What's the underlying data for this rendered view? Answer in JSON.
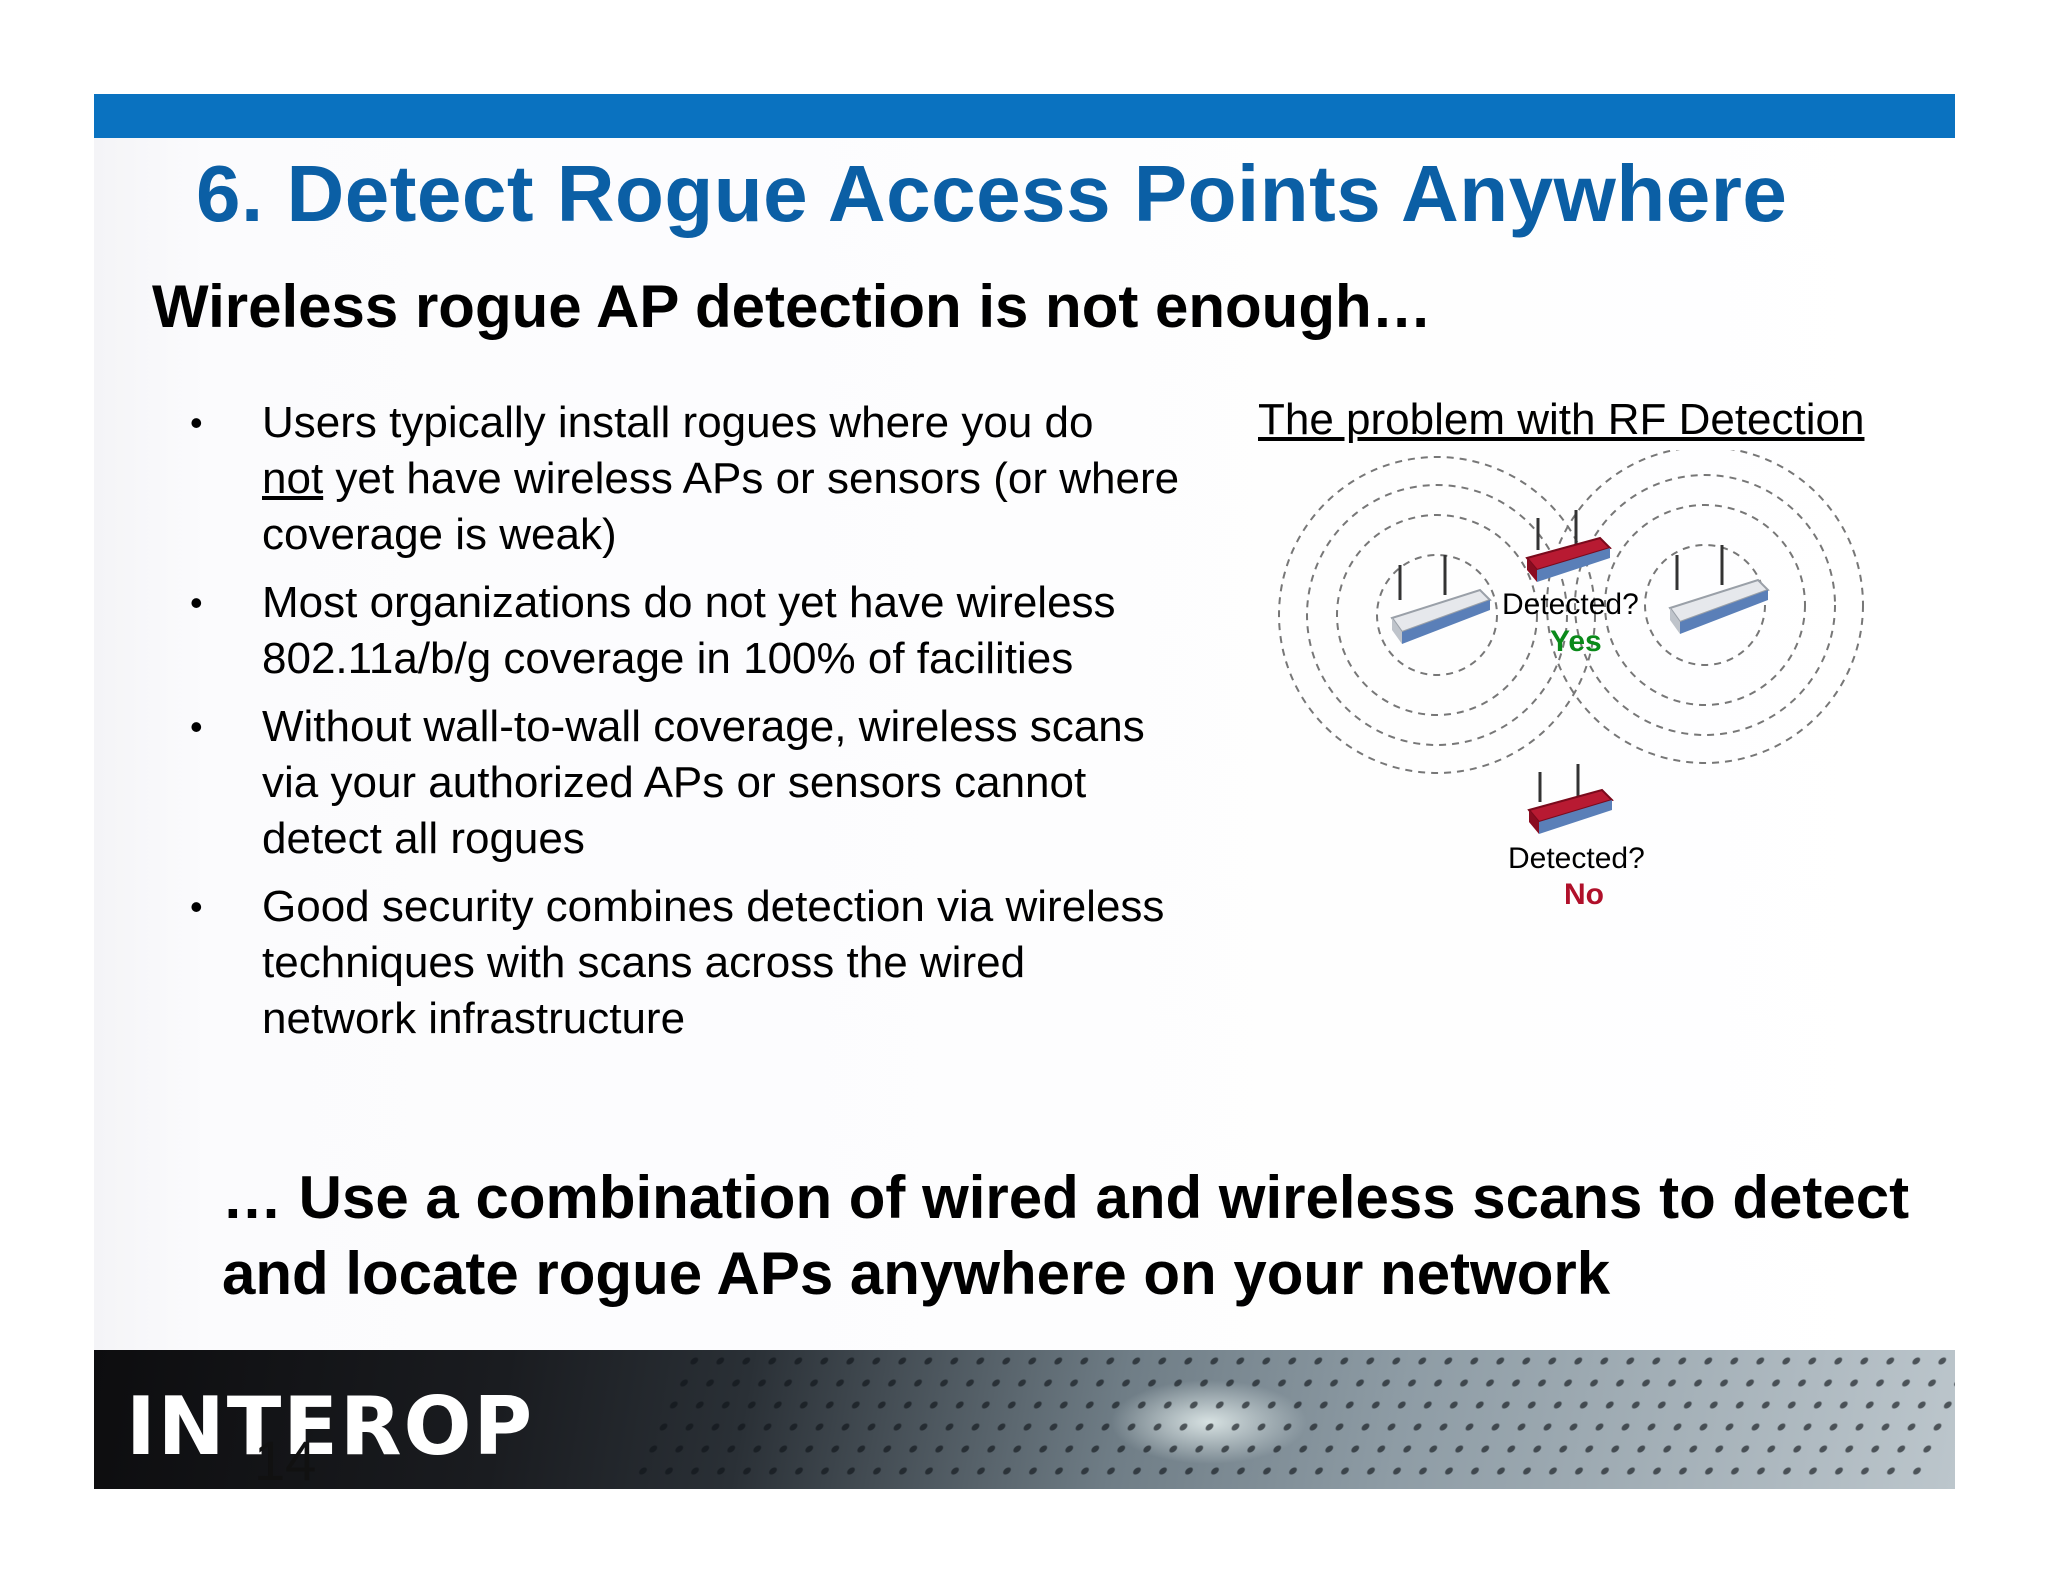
{
  "slide": {
    "title": "6. Detect Rogue Access Points Anywhere",
    "subtitle": "Wireless rogue AP detection is not enough…",
    "bullets": [
      {
        "text": "Users typically install rogues where you do",
        "underlined": "not",
        "rest": " yet have wireless APs or sensors (or where coverage is weak)"
      },
      {
        "text": "Most organizations do not yet have wireless 802.11a/b/g coverage in 100% of facilities"
      },
      {
        "text": "Without wall-to-wall coverage, wireless scans via your authorized APs or sensors cannot detect all rogues"
      },
      {
        "text": "Good security combines detection via wireless techniques with scans across the wired network infrastructure"
      }
    ],
    "bullet_symbol": "•",
    "diagram": {
      "title": "The problem with RF Detection",
      "label_in_range": "Detected?",
      "answer_in_range": "Yes",
      "label_out_of_range": "Detected?",
      "answer_out_of_range": "No"
    },
    "conclusion": "… Use a combination of wired and wireless scans to detect and locate rogue APs anywhere on your network",
    "footer": {
      "logo": "INTEROP",
      "page_number": "14"
    },
    "colors": {
      "accent_bar": "#0a72c0",
      "title": "#0b5fa5",
      "yes": "#0a8a1a",
      "no": "#b0102a",
      "rogue_router": "#a8102a",
      "authorized_router": "#d8dbe0"
    }
  }
}
